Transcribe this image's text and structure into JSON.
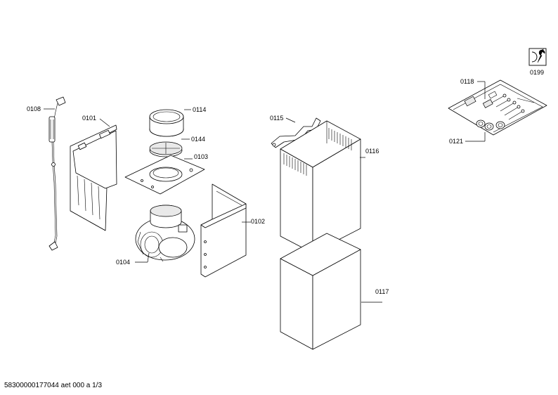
{
  "parts": {
    "p0108": "0108",
    "p0101": "0101",
    "p0114": "0114",
    "p0144": "0144",
    "p0103": "0103",
    "p0104": "0104",
    "p0102": "0102",
    "p0115": "0115",
    "p0116": "0116",
    "p0117": "0117",
    "p0118": "0118",
    "p0121": "0121",
    "p0199": "0199"
  },
  "footer": {
    "doc_id": "58300000177044 aet 000 a 1/3"
  },
  "icons": {
    "service_tools": "wrench-icon"
  }
}
